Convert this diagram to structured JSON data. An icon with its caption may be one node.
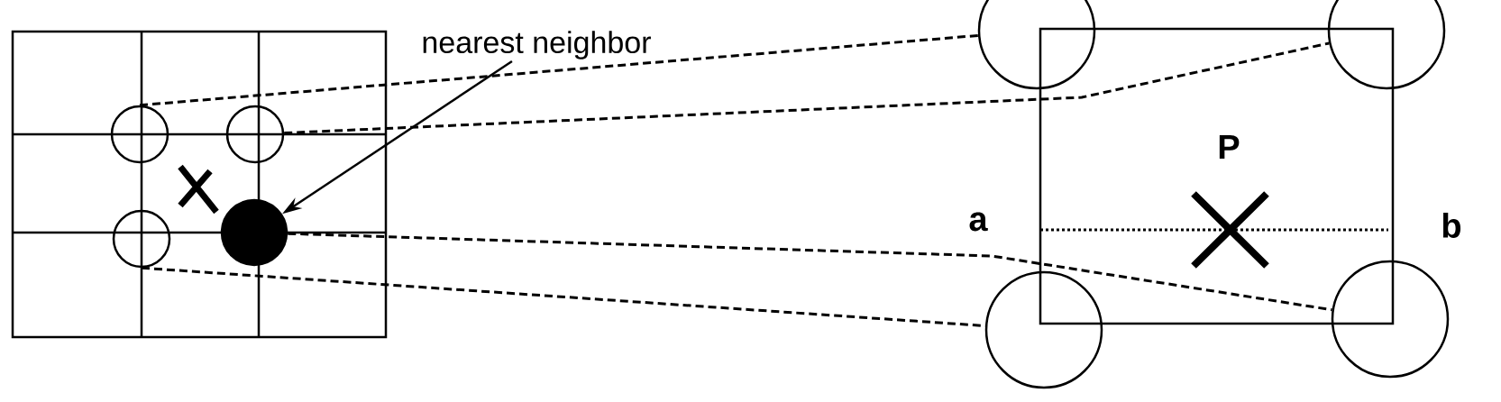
{
  "diagram": {
    "nodes": [
      {
        "text": [],
        "shape": "circle"
      },
      {
        "text": [],
        "shape": "circle"
      },
      {
        "text": [],
        "shape": "circle"
      },
      {
        "text": [],
        "shape": "dot"
      },
      {
        "text": [
          "nearest neighbor"
        ]
      },
      {
        "text": [],
        "shape": "circle"
      },
      {
        "text": [],
        "shape": "circle"
      },
      {
        "text": [],
        "shape": "circle"
      },
      {
        "text": [],
        "shape": "circle"
      }
    ],
    "edges": [
      {
        "from": 4,
        "to": 3,
        "arrow": "to"
      },
      {
        "from": 0,
        "to": 5,
        "arrow": "none",
        "style": "dashed"
      },
      {
        "from": 1,
        "to": 6,
        "arrow": "none",
        "style": "dashed"
      },
      {
        "from": 2,
        "to": 7,
        "arrow": "none",
        "style": "dashed"
      },
      {
        "from": 3,
        "to": 8,
        "arrow": "none",
        "style": "dashed"
      }
    ],
    "labels": [
      "P",
      "a",
      "b"
    ]
  }
}
